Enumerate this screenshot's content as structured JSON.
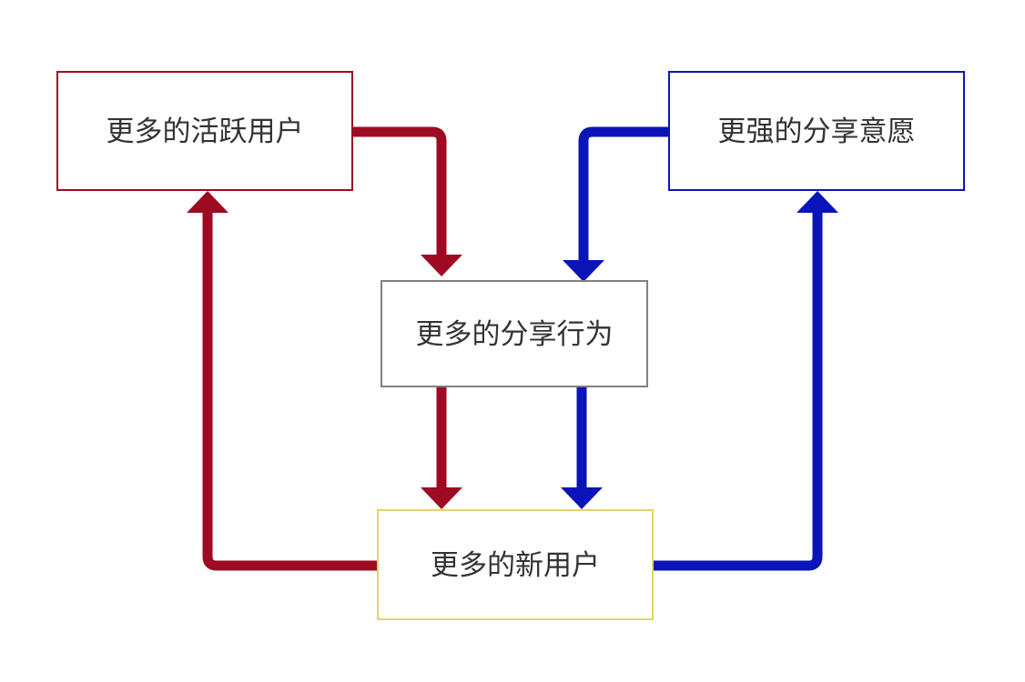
{
  "colors": {
    "red": "#9E0A22",
    "blue": "#0A14B8",
    "gray": "#808080",
    "yellow": "#E6D566",
    "text": "#333333"
  },
  "nodes": {
    "active_users": {
      "label": "更多的活跃用户"
    },
    "share_willingness": {
      "label": "更强的分享意愿"
    },
    "share_behavior": {
      "label": "更多的分享行为"
    },
    "new_users": {
      "label": "更多的新用户"
    }
  },
  "edges": [
    {
      "from": "active_users",
      "to": "share_behavior",
      "color": "red"
    },
    {
      "from": "share_willingness",
      "to": "share_behavior",
      "color": "blue"
    },
    {
      "from": "share_behavior",
      "to": "new_users",
      "color": "red"
    },
    {
      "from": "share_behavior",
      "to": "new_users",
      "color": "blue"
    },
    {
      "from": "new_users",
      "to": "active_users",
      "color": "red"
    },
    {
      "from": "new_users",
      "to": "share_willingness",
      "color": "blue"
    }
  ]
}
